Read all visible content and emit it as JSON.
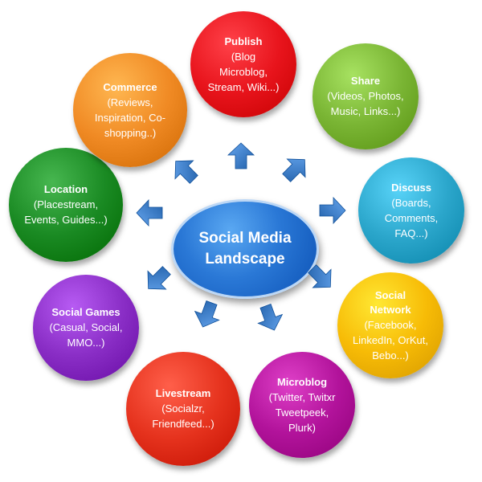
{
  "center": {
    "line1": "Social Media",
    "line2": "Landscape",
    "color": "#1f6fd1"
  },
  "nodes": [
    {
      "key": "publish",
      "title": "Publish",
      "lines": [
        "(Blog",
        "Microblog,",
        "Stream, Wiki...)"
      ],
      "color": "#e8141c"
    },
    {
      "key": "share",
      "title": "Share",
      "lines": [
        "(Videos, Photos,",
        "Music, Links...)"
      ],
      "color": "#7ab534"
    },
    {
      "key": "discuss",
      "title": "Discuss",
      "lines": [
        "(Boards,",
        "Comments,",
        "FAQ...)"
      ],
      "color": "#2ba6cb"
    },
    {
      "key": "social-network",
      "title": "Social Network",
      "lines": [
        "(Facebook,",
        "LinkedIn, OrKut,",
        "Bebo...)"
      ],
      "color": "#f7bb06"
    },
    {
      "key": "microblog",
      "title": "Microblog",
      "lines": [
        "(Twitter, Twitxr",
        "Tweetpeek,",
        "Plurk)"
      ],
      "color": "#b2139b"
    },
    {
      "key": "livestream",
      "title": "Livestream",
      "lines": [
        "(Socialzr,",
        "Friendfeed...)"
      ],
      "color": "#e5321d"
    },
    {
      "key": "social-games",
      "title": "Social Games",
      "lines": [
        "(Casual, Social,",
        "MMO...)"
      ],
      "color": "#8a2ec6"
    },
    {
      "key": "location",
      "title": "Location",
      "lines": [
        "(Placestream,",
        "Events, Guides...)"
      ],
      "color": "#1a8a23"
    },
    {
      "key": "commerce",
      "title": "Commerce",
      "lines": [
        "(Reviews,",
        "Inspiration, Co-",
        "shopping..)"
      ],
      "color": "#f08a24"
    }
  ],
  "arrow_color": "#3f7ec7"
}
